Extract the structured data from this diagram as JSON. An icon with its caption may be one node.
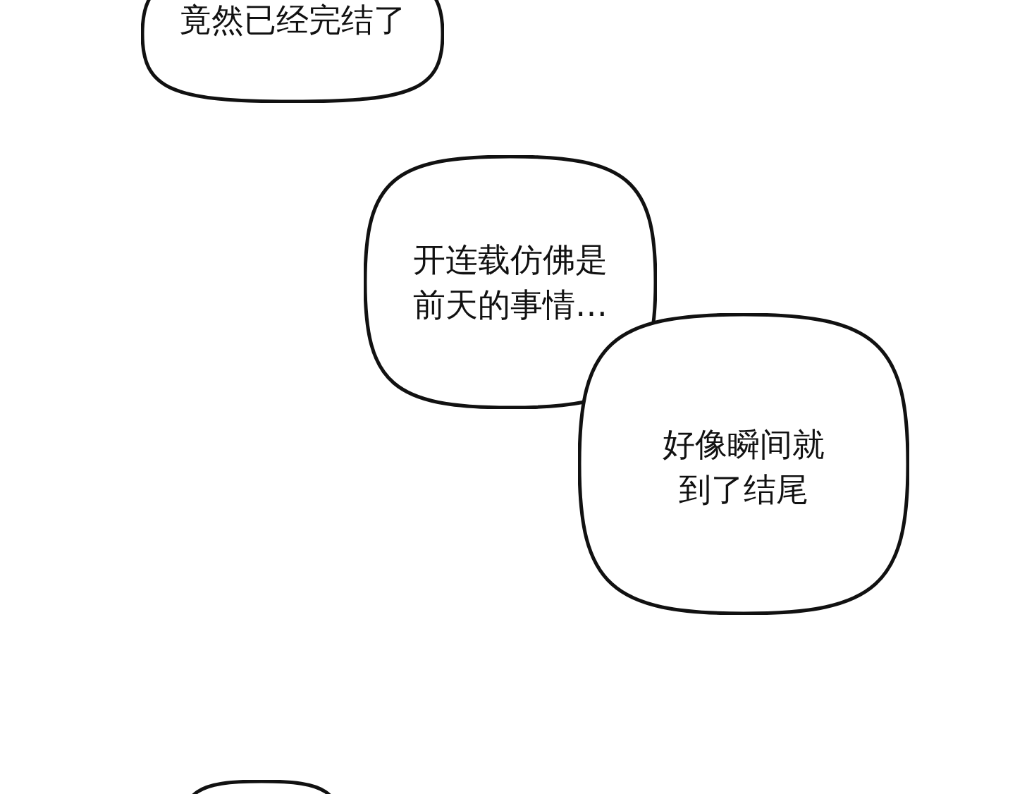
{
  "diagram": {
    "nodes": [
      {
        "text": [
          "竟然已经完结了"
        ]
      },
      {
        "text": [
          "开连载仿佛是前天的事情…"
        ]
      },
      {
        "text": [
          "好像瞬间就到了结尾"
        ]
      },
      {
        "text": [],
        "shape": "bubble"
      }
    ]
  }
}
